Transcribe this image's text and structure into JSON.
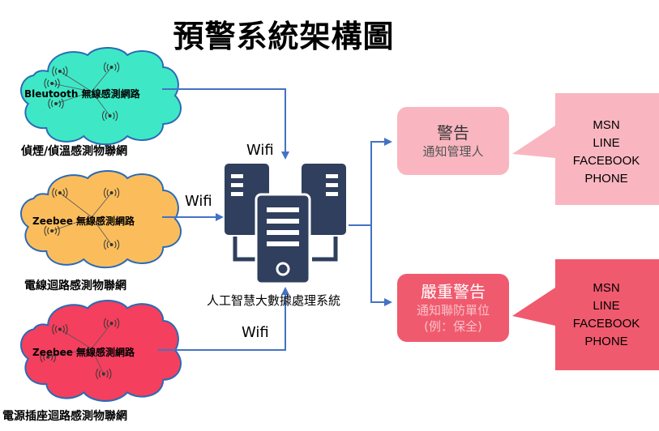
{
  "title": "預警系統架構圖",
  "clouds": [
    {
      "label": "Bleutooth 無線感測網路",
      "caption": "偵煙/偵溫感測物聯網",
      "color": "#3ee8c6"
    },
    {
      "label": "Zeebee 無線感測網路",
      "caption": "電線迴路感測物聯網",
      "color": "#fbbd5c"
    },
    {
      "label": "Zeebee 無線感測網路",
      "caption": "電源插座迴路感測物聯網",
      "color": "#f43f5e"
    }
  ],
  "connections": {
    "wifi_top": "Wifi",
    "wifi_middle": "Wifi",
    "wifi_bottom": "Wifi"
  },
  "server": {
    "caption": "人工智慧大數據處理系統",
    "color": "#2f3f5d"
  },
  "alerts": [
    {
      "title": "警告",
      "subtitle": "通知管理人",
      "subtitle2": "",
      "box_color": "#f9b6c0",
      "title_color": "#333333",
      "sub_color": "#555555",
      "callout_color": "#f9b6c0",
      "channels": [
        "MSN",
        "LINE",
        "FACEBOOK",
        "PHONE"
      ]
    },
    {
      "title": "嚴重警告",
      "subtitle": "通知聯防單位",
      "subtitle2": "(例：保全)",
      "box_color": "#f05a6e",
      "title_color": "#ffffff",
      "sub_color": "#f9c1c8",
      "callout_color": "#f05a6e",
      "channels": [
        "MSN",
        "LINE",
        "FACEBOOK",
        "PHONE"
      ]
    }
  ],
  "arrow_color": "#4472c4"
}
